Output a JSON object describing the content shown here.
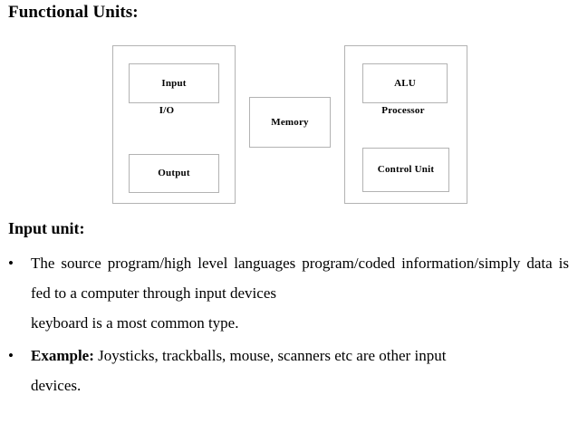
{
  "slide": {
    "title": "Functional Units:"
  },
  "diagram": {
    "io_group": {
      "label": "I/O",
      "input_label": "Input",
      "output_label": "Output"
    },
    "memory": {
      "label": "Memory"
    },
    "processor_group": {
      "label": "Processor",
      "alu_label": "ALU",
      "control_unit_label": "Control Unit"
    },
    "border_color": "#b3b3b3",
    "background_color": "#ffffff"
  },
  "body": {
    "section_heading": "Input unit:",
    "bullets": [
      {
        "marker": "•",
        "line_1": "The source program/high level languages program/coded information/simply data is fed to a computer through input devices",
        "line_2": "keyboard is a most common type."
      },
      {
        "marker": "•",
        "lead": "Example:",
        "line_1": "Joysticks, trackballs, mouse, scanners etc are other input",
        "line_2": "devices."
      }
    ]
  }
}
